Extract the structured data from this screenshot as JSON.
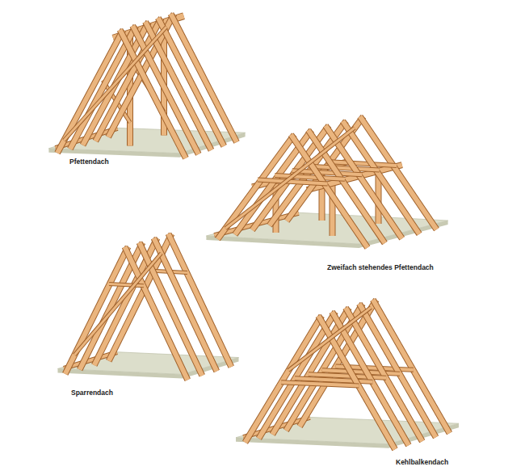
{
  "diagram": {
    "labels": [
      "Pfettendach",
      "Zweifach stehendes Pfettendach",
      "Sparrendach",
      "Kehlbalkendach"
    ]
  }
}
